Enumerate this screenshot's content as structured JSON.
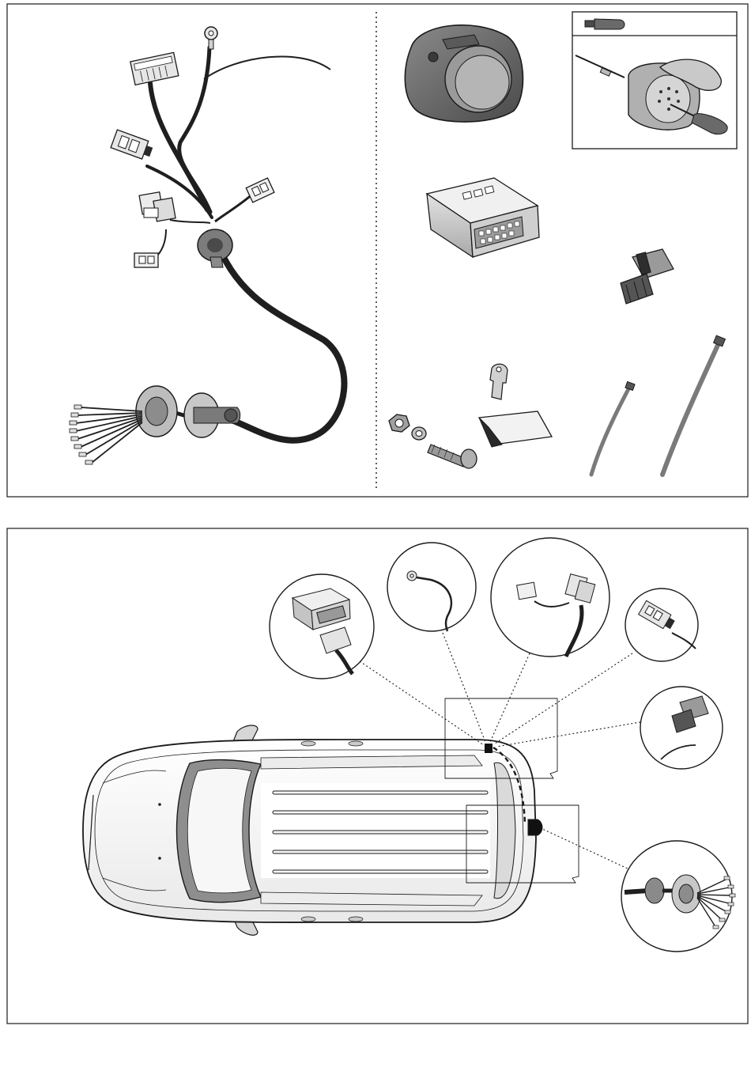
{
  "colors": {
    "line": "#1a1a1a",
    "cable": "#1f1f1f",
    "part_fill": "#d6d6d6",
    "part_dark": "#6e6e6e",
    "car_fill": "#f4f4f4",
    "roof_fill": "#e6e6e6"
  },
  "panels": {
    "parts_kit": {
      "items": [
        "wiring-harness",
        "trailer-socket",
        "control-module",
        "connector-clip",
        "tool-inset",
        "bolt-nut-washer",
        "earth-tab",
        "adhesive-pad",
        "cable-tie-short",
        "cable-tie-long"
      ]
    },
    "installation": {
      "callouts": [
        "module-and-connector",
        "earth-eyelet",
        "harness-junction",
        "relay-plug",
        "connector-clip-detail",
        "socket-grommet-wires"
      ]
    }
  }
}
